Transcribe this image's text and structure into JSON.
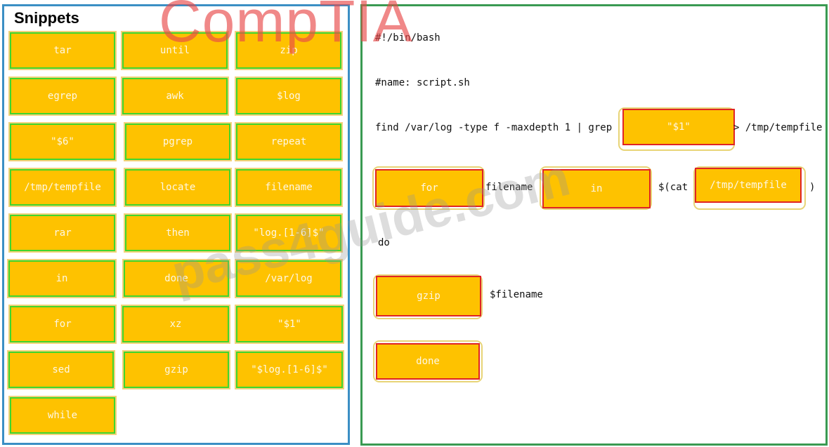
{
  "snippets": {
    "title": "Snippets",
    "tiles": [
      "tar",
      "until",
      "zip",
      "egrep",
      "awk",
      "$log",
      "\"$6\"",
      "pgrep",
      "repeat",
      "/tmp/tempfile",
      "locate",
      "filename",
      "rar",
      "then",
      "\"log.[1-6]$\"",
      "in",
      "done",
      "/var/log",
      "for",
      "xz",
      "\"$1\"",
      "sed",
      "gzip",
      "\"$log.[1-6]$\"",
      "while"
    ]
  },
  "script": {
    "shebang": "#!/bin/bash",
    "name_comment": "#name: script.sh",
    "find_line_before": "find /var/log -type f -maxdepth 1 | grep",
    "find_line_after": "> /tmp/tempfile",
    "find_slot": "\"$1\"",
    "for_slot": "for",
    "filename_text": "filename",
    "in_slot": "in",
    "cat_open": "$(cat",
    "tempfile_slot": "/tmp/tempfile",
    "cat_close": ")",
    "do_text": "do",
    "gzip_slot": "gzip",
    "filename_var": "$filename",
    "done_slot": "done"
  },
  "watermarks": {
    "logo": "CompTIA",
    "site": "pass4guide.com"
  },
  "colors": {
    "tile_fill": "#fec200",
    "tile_border": "#3fd62c",
    "slot_tile_border": "#e02424",
    "slot_outline": "#e8d477",
    "left_panel_border": "#3b8fc4",
    "right_panel_border": "#3a9a52"
  }
}
